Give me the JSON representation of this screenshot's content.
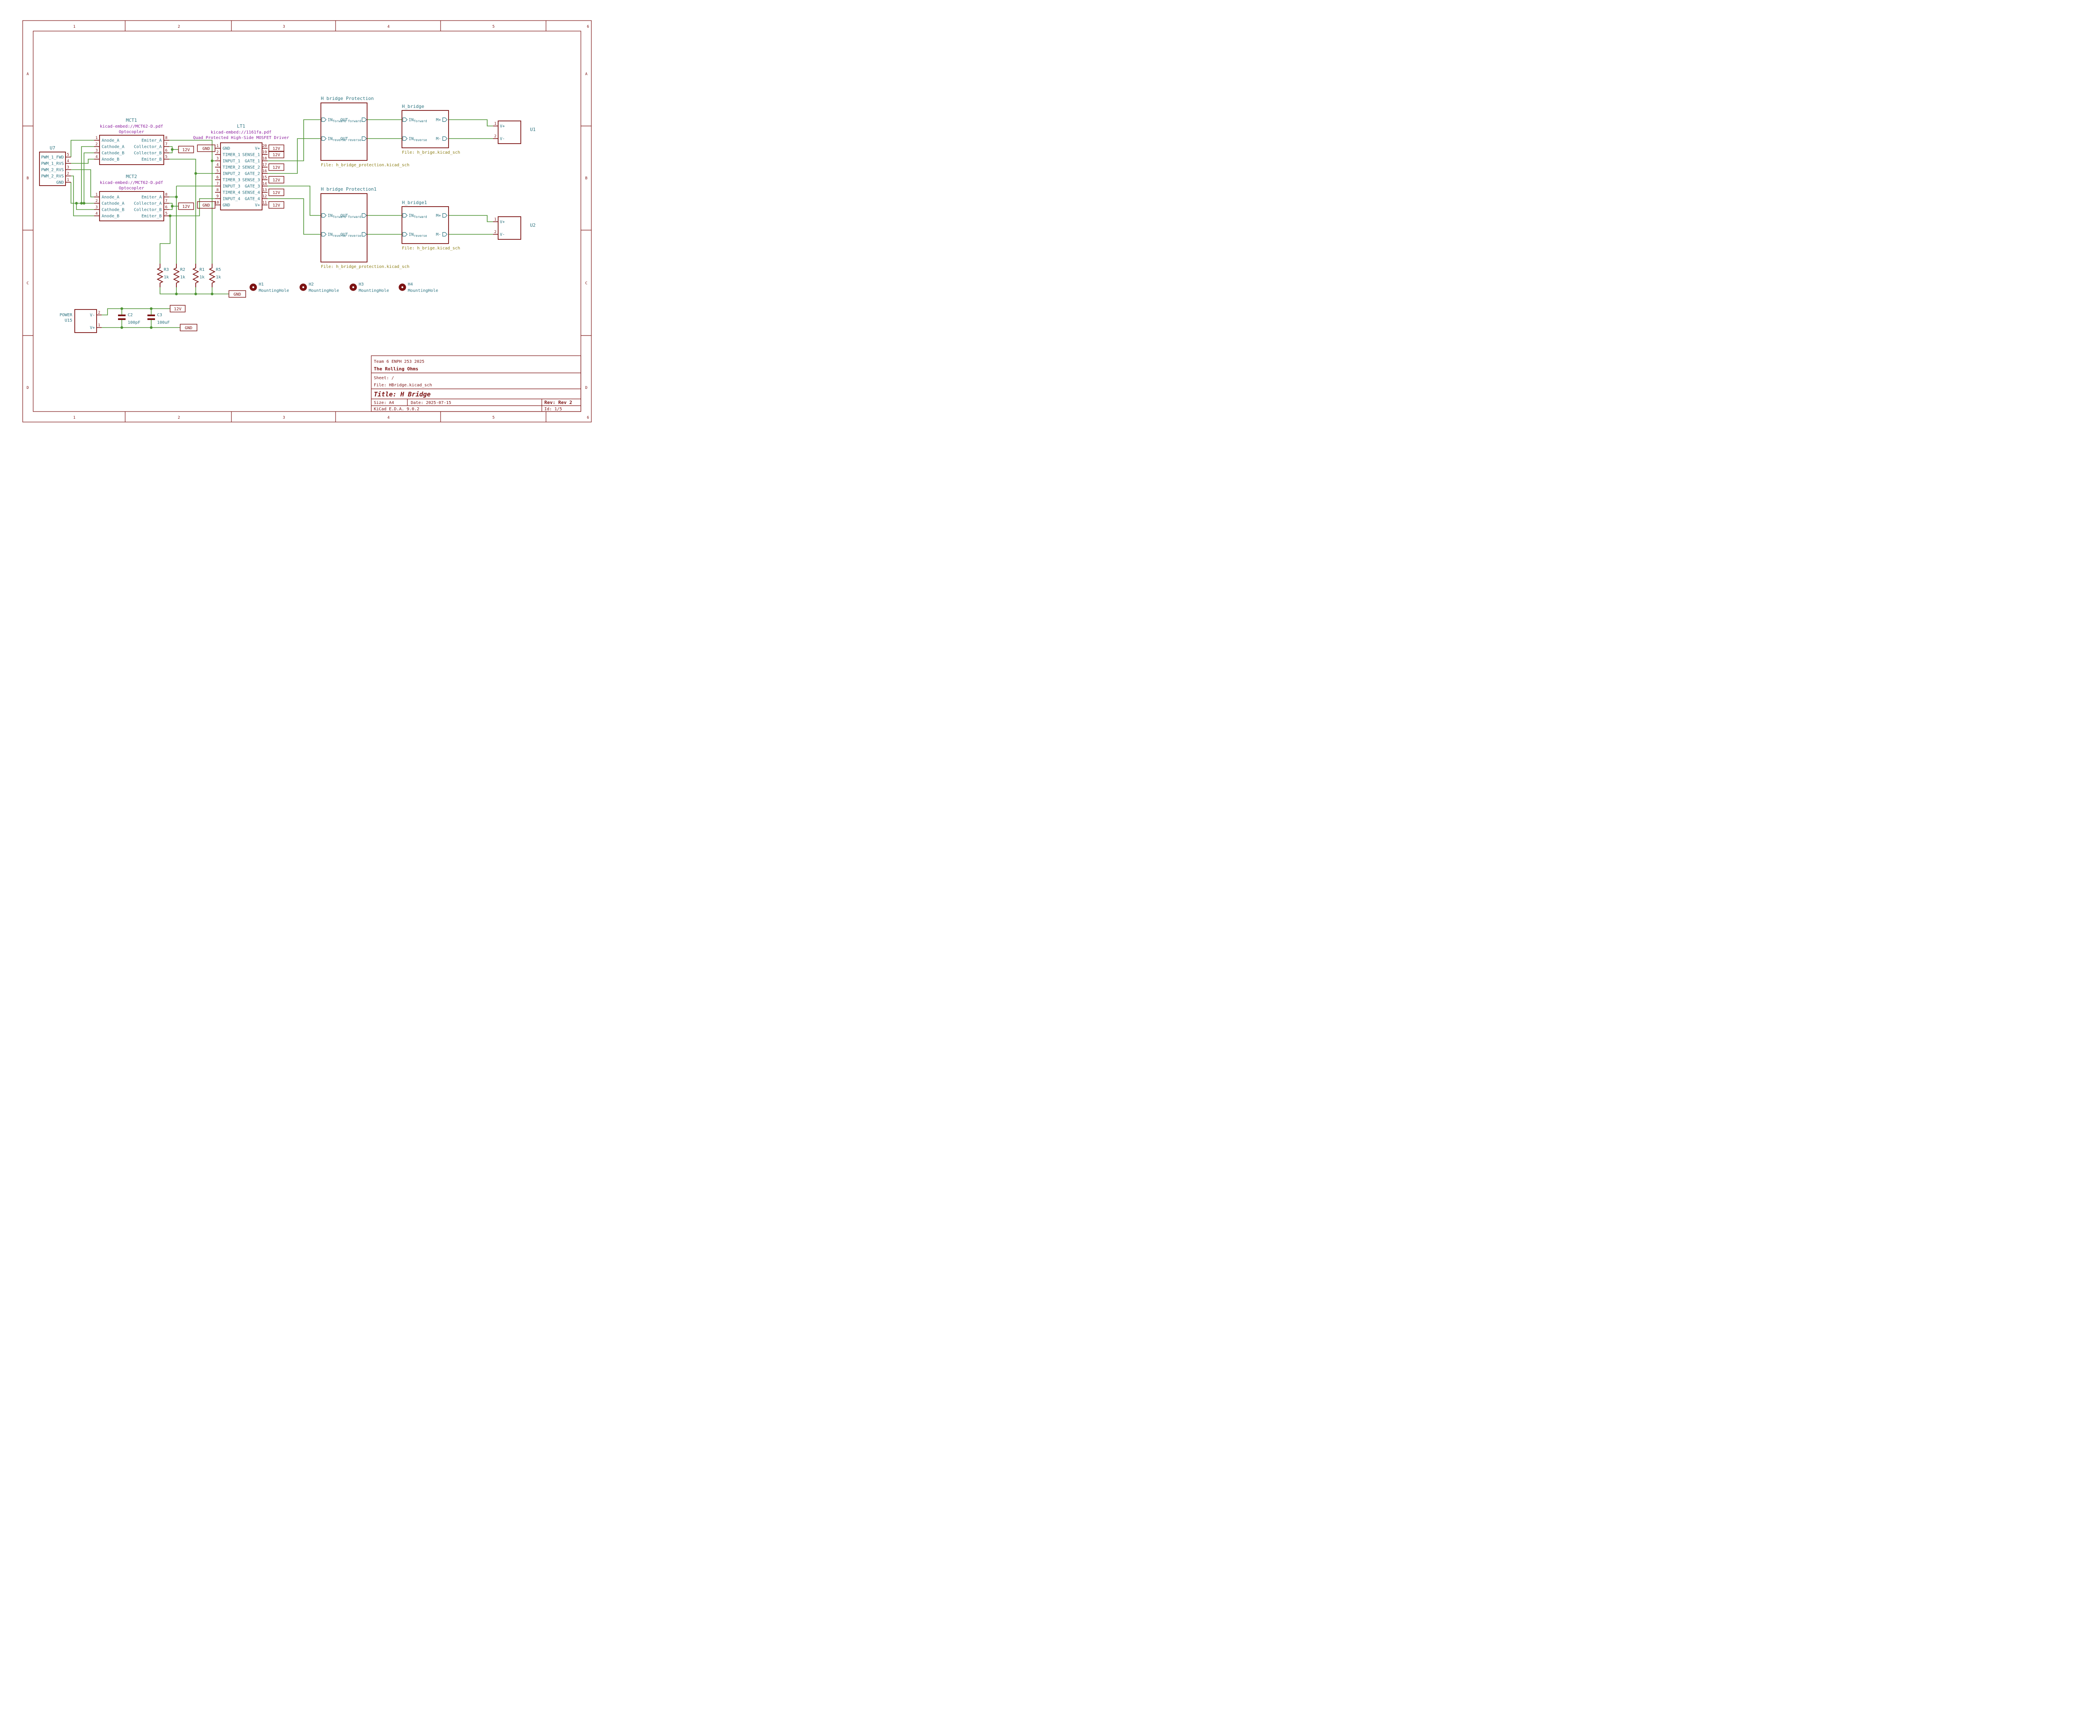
{
  "colors": {
    "maroon": "#7c1313",
    "teal": "#2e7480",
    "purple": "#8a1a9b",
    "green": "#4d9434",
    "olive": "#8b7d14",
    "background": "#ffffff"
  },
  "frame": {
    "cols": [
      "1",
      "2",
      "3",
      "4",
      "5",
      "6"
    ],
    "rows": [
      "A",
      "B",
      "C",
      "D"
    ]
  },
  "lbl": {
    "gnd": "GND",
    "v12": "12V"
  },
  "pin": {
    "in": "IN",
    "out": "OUT",
    "fwd": "forward",
    "rvs": "reverse",
    "mp": "M+",
    "mm": "M-"
  },
  "u7": {
    "ref": "U7",
    "pins": [
      {
        "num": "5",
        "name": "PWM_1_FWD"
      },
      {
        "num": "4",
        "name": "PWM_1_RVS"
      },
      {
        "num": "3",
        "name": "PWM_2_RVS"
      },
      {
        "num": "2",
        "name": "PWM_2_RVS"
      },
      {
        "num": "1",
        "name": "GND"
      }
    ]
  },
  "mct1": {
    "ref": "MCT1",
    "ds": "kicad-embed://MCT62-D.pdf",
    "desc": "Optocopler",
    "left": [
      {
        "num": "1",
        "name": "Anode_A"
      },
      {
        "num": "2",
        "name": "Cathode_A"
      },
      {
        "num": "3",
        "name": "Cathode_B"
      },
      {
        "num": "4",
        "name": "Anode_B"
      }
    ],
    "right": [
      {
        "num": "8",
        "name": "Emiter_A"
      },
      {
        "num": "7",
        "name": "Collector_A"
      },
      {
        "num": "6",
        "name": "Collector_B"
      },
      {
        "num": "5",
        "name": "Emiter_B"
      }
    ]
  },
  "mct2": {
    "ref": "MCT2",
    "ds": "kicad-embed://MCT62-D.pdf",
    "desc": "Optocopler",
    "left": [
      {
        "num": "1",
        "name": "Anode_A"
      },
      {
        "num": "2",
        "name": "Cathode_A"
      },
      {
        "num": "3",
        "name": "Cathode_B"
      },
      {
        "num": "4",
        "name": "Anode_B"
      }
    ],
    "right": [
      {
        "num": "8",
        "name": "Emiter_A"
      },
      {
        "num": "7",
        "name": "Collector_A"
      },
      {
        "num": "6",
        "name": "Collector_B"
      },
      {
        "num": "5",
        "name": "Emiter_B"
      }
    ]
  },
  "lt1": {
    "ref": "LT1",
    "ds": "kicad-embed://1161fa.pdf",
    "desc": "Quad Protected High-Side MOSFET Driver",
    "left": [
      {
        "num": "1",
        "name": "GND"
      },
      {
        "num": "2",
        "name": "TIMER_1"
      },
      {
        "num": "3",
        "name": "INPUT_1"
      },
      {
        "num": "4",
        "name": "TIMER_2"
      },
      {
        "num": "5",
        "name": "INPUT_2"
      },
      {
        "num": "6",
        "name": "TIMER_3"
      },
      {
        "num": "7",
        "name": "INPUT_3"
      },
      {
        "num": "8",
        "name": "TIMER_4"
      },
      {
        "num": "9",
        "name": "INPUT_4"
      },
      {
        "num": "10",
        "name": "GND"
      }
    ],
    "right": [
      {
        "num": "20",
        "name": "V+"
      },
      {
        "num": "19",
        "name": "SENSE_1"
      },
      {
        "num": "18",
        "name": "GATE_1"
      },
      {
        "num": "17",
        "name": "SENSE_2"
      },
      {
        "num": "16",
        "name": "GATE_2"
      },
      {
        "num": "15",
        "name": "SENSE_3"
      },
      {
        "num": "14",
        "name": "GATE_3"
      },
      {
        "num": "13",
        "name": "SENSE_4"
      },
      {
        "num": "12",
        "name": "GATE_4"
      },
      {
        "num": "11",
        "name": "V+"
      }
    ]
  },
  "prot1": {
    "title": "H bridge Protection",
    "file": "File: h_bridge_protection.kicad_sch"
  },
  "prot2": {
    "title": "H bridge Protection1",
    "file": "File: h_bridge_protection.kicad_sch"
  },
  "hb1": {
    "title": "H_bridge",
    "file": "File: h_brige.kicad_sch"
  },
  "hb2": {
    "title": "H_bridge1",
    "file": "File: h_brige.kicad_sch"
  },
  "u1": {
    "ref": "U1",
    "pins": [
      {
        "num": "1",
        "name": "V+"
      },
      {
        "num": "2",
        "name": "V-"
      }
    ]
  },
  "u2": {
    "ref": "U2",
    "pins": [
      {
        "num": "1",
        "name": "V+"
      },
      {
        "num": "2",
        "name": "V-"
      }
    ]
  },
  "res": [
    {
      "ref": "R3",
      "val": "1k"
    },
    {
      "ref": "R2",
      "val": "1k"
    },
    {
      "ref": "R1",
      "val": "1k"
    },
    {
      "ref": "R5",
      "val": "1k"
    }
  ],
  "caps": [
    {
      "ref": "C2",
      "val": "100pF"
    },
    {
      "ref": "C3",
      "val": "100uF"
    }
  ],
  "power": {
    "name": "POWER",
    "ref": "U15",
    "pins": [
      {
        "num": "2",
        "name": "V-"
      },
      {
        "num": "1",
        "name": "V+"
      }
    ]
  },
  "holes": [
    {
      "ref": "H1",
      "val": "MountingHole"
    },
    {
      "ref": "H2",
      "val": "MountingHole"
    },
    {
      "ref": "H3",
      "val": "MountingHole"
    },
    {
      "ref": "H4",
      "val": "MountingHole"
    }
  ],
  "tb": {
    "team": "Team 6 ENPH 253 2025",
    "company": "The Rolling Ohms",
    "sheet": "Sheet: /",
    "file": "File: HBridge.kicad_sch",
    "title": "Title: H Bridge",
    "size": "Size: A4",
    "date": "Date: 2025-07-15",
    "rev": "Rev: Rev 2",
    "app": "KiCad E.D.A. 9.0.2",
    "id": "Id: 1/5"
  }
}
